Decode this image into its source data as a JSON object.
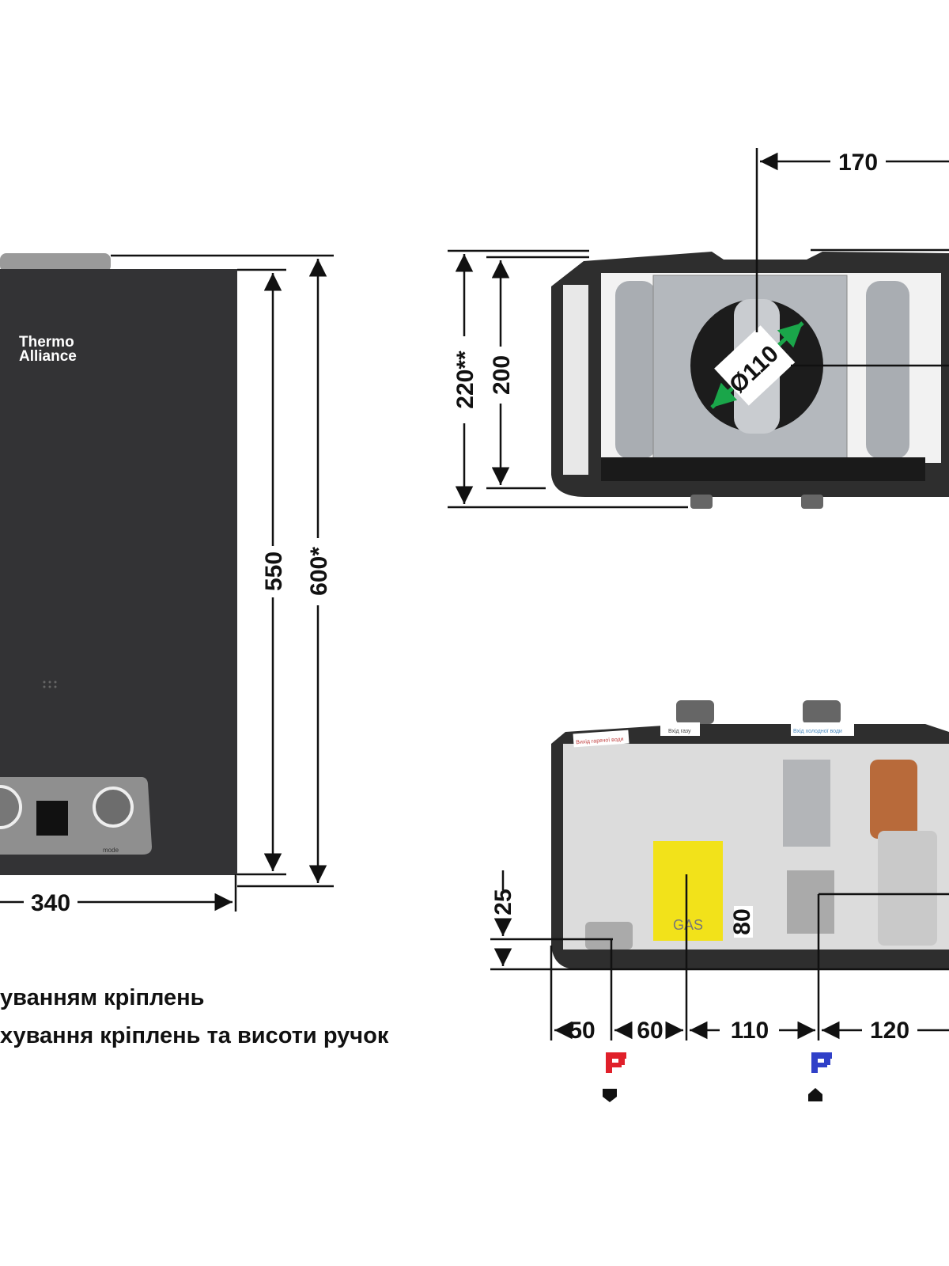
{
  "brand": {
    "logo_line1": "Thermo",
    "logo_line2": "Alliance",
    "panel_label": "mode"
  },
  "front_view": {
    "height_body": "550",
    "height_total": "600*",
    "width": "340"
  },
  "top_view": {
    "depth_total": "220**",
    "depth_body": "200",
    "flue_offset": "170",
    "flue_diameter": "Ø110"
  },
  "bottom_view": {
    "labels": {
      "hot_out": "Вихід гарячої води",
      "gas_in": "Вхід газу",
      "cold_in": "Вхід холодної води",
      "gas_block": "GAS"
    },
    "dims": {
      "height_25": "25",
      "height_80": "80",
      "d50": "50",
      "d60": "60",
      "d110": "110",
      "d120": "120"
    }
  },
  "notes": [
    "уванням кріплень",
    "хування кріплень та висоти ручок"
  ],
  "colors": {
    "body": "#333335",
    "accent_green": "#1aa64a",
    "hot": "#e0202a",
    "cold": "#3040c8",
    "gas": "#f2e21a"
  }
}
